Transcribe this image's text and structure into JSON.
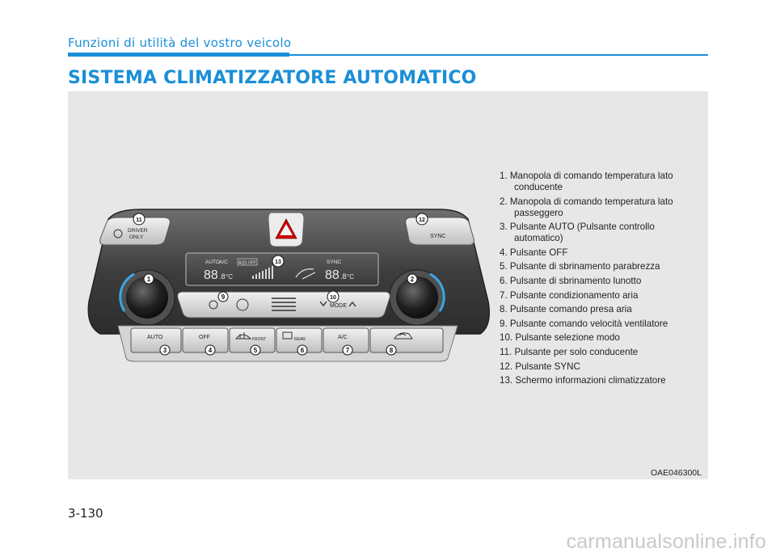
{
  "header": {
    "section": "Funzioni di utilità del vostro veicolo"
  },
  "title": "SISTEMA CLIMATIZZATORE AUTOMATICO",
  "figure": {
    "code": "OAE046300L",
    "legend": [
      "1. Manopola di comando temperatura lato conducente",
      "2. Manopola di comando temperatura lato passeggero",
      "3. Pulsante AUTO (Pulsante controllo automatico)",
      "4. Pulsante OFF",
      "5. Pulsante di sbrinamento parabrezza",
      "6. Pulsante di sbrinamento lunotto",
      "7. Pulsante condizionamento aria",
      "8. Pulsante comando presa aria",
      "9. Pulsante comando velocità ventilatore",
      "10. Pulsante selezione modo",
      "11. Pulsante per solo conducente",
      "12. Pulsante SYNC",
      "13. Schermo informazioni climatizzatore"
    ],
    "panel": {
      "driver_only_label": [
        "DRIVER",
        "ONLY"
      ],
      "sync_label": "SYNC",
      "display": {
        "auto": "AUTO",
        "ac": "A/C",
        "aqs_off": "AQS OFF",
        "sync": "SYNC",
        "temp_left": "88",
        "temp_left_dec": ".8",
        "temp_right": "88",
        "temp_right_dec": ".8",
        "unit": "°C"
      },
      "mode_label": "MODE",
      "buttons": {
        "auto": "AUTO",
        "off": "OFF",
        "front": "FRONT",
        "rear": "REAR",
        "ac": "A/C"
      },
      "callouts": [
        "1",
        "2",
        "3",
        "4",
        "5",
        "6",
        "7",
        "8",
        "9",
        "10",
        "11",
        "12",
        "13"
      ]
    }
  },
  "page_number": "3-130",
  "watermark": "carmanualsonline.info"
}
